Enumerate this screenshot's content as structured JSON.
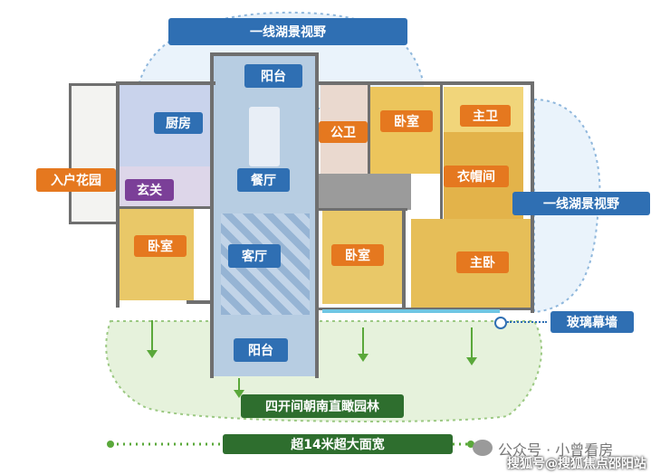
{
  "labels": {
    "lake_view_top": "一线湖景视野",
    "lake_view_right": "一线湖景视野",
    "balcony_top": "阳台",
    "kitchen": "厨房",
    "public_bath": "公卫",
    "bedroom_top": "卧室",
    "master_bath": "主卫",
    "entry_garden": "入户花园",
    "dining": "餐厅",
    "wardrobe": "衣帽间",
    "foyer": "玄关",
    "bedroom_left": "卧室",
    "living": "客厅",
    "bedroom_mid": "卧室",
    "master_bedroom": "主卧",
    "glass_curtain_wall": "玻璃幕墙",
    "balcony_bottom": "阳台",
    "garden_view": "四开间朝南直瞰园林",
    "wide_front": "超14米超大面宽"
  },
  "watermark": {
    "account": "公众号 · 小曾看房",
    "sohu": "搜狐号@搜狐焦点邵阳站"
  },
  "colors": {
    "blue_label": "#2f6fb3",
    "orange_label": "#e5781f",
    "purple_label": "#7b3f98",
    "green_label": "#2e6e2e",
    "sky_bubble": "#eaf3fb",
    "garden_bubble": "#e6f2dc"
  }
}
